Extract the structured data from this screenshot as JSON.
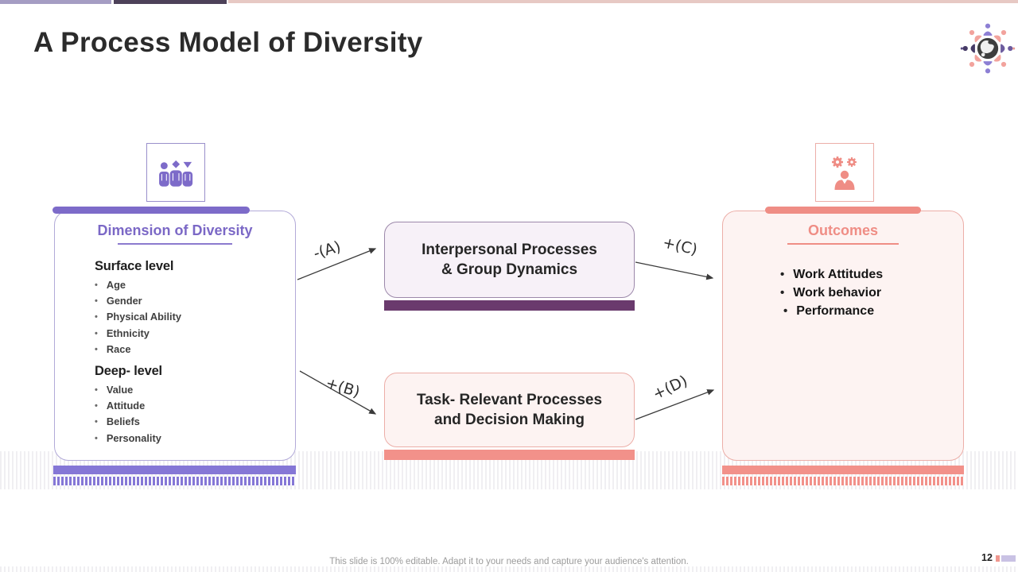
{
  "theme": {
    "purple": "#7d6bc9",
    "light_purple": "#a59dc3",
    "dark_purple_bar": "#4d4159",
    "plum_bar": "#6a3a6d",
    "salmon": "#f2918a",
    "salmon_accent": "#ef8d85",
    "light_lavender_fill": "#f7f1f8",
    "light_pink_fill": "#fdf3f2"
  },
  "header": {
    "title": "A Process Model of Diversity",
    "brand_icon": "globe-people-icon"
  },
  "diagram": {
    "dimension_box": {
      "icon": "three-people-icon",
      "title": "Dimension of Diversity",
      "sections": [
        {
          "heading": "Surface level",
          "items": [
            "Age",
            "Gender",
            "Physical Ability",
            "Ethnicity",
            "Race"
          ]
        },
        {
          "heading": "Deep- level",
          "items": [
            "Value",
            "Attitude",
            "Beliefs",
            "Personality"
          ]
        }
      ]
    },
    "process_boxes": [
      {
        "line1": "Interpersonal Processes",
        "line2": "& Group Dynamics"
      },
      {
        "line1": "Task- Relevant Processes",
        "line2": "and Decision Making"
      }
    ],
    "outcomes_box": {
      "icon": "person-gears-icon",
      "title": "Outcomes",
      "items": [
        "Work Attitudes",
        "Work behavior",
        "Performance"
      ]
    },
    "arrows": [
      {
        "label": "-(A)"
      },
      {
        "label": "+(B)"
      },
      {
        "label": "+(C)"
      },
      {
        "label": "+(D)"
      }
    ]
  },
  "footer": {
    "note": "This slide is 100% editable. Adapt it to your needs and capture your audience's attention.",
    "page_number": "12"
  }
}
